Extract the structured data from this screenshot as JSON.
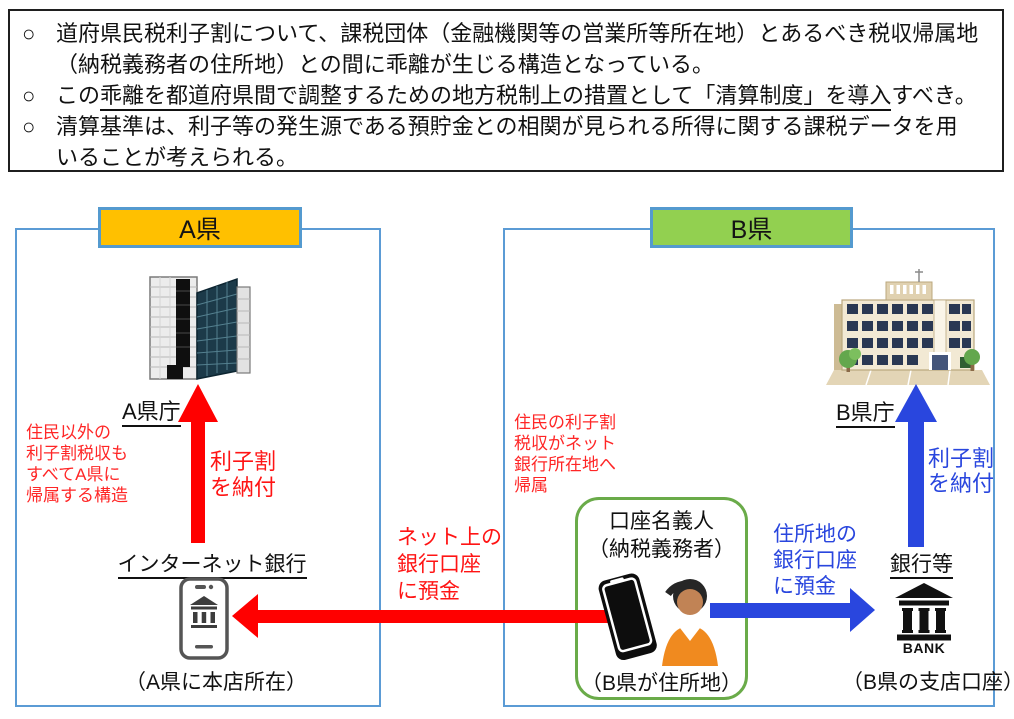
{
  "summary": {
    "bullets": [
      {
        "marker": "○",
        "lines": [
          "道府県民税利子割について、課税団体（金融機関等の営業所等所在地）とあるべき税収帰属地",
          "（納税義務者の住所地）との間に乖離が生じる構造となっている。"
        ]
      },
      {
        "marker": "○",
        "pre": "この",
        "underline": "乖離を都道府県間で調整するための地方税制上の措置として「清算制度」を導入",
        "post": "すべき。"
      },
      {
        "marker": "○",
        "lines": [
          "清算基準は、利子等の発生源である預貯金との相関が見られる所得に関する課税データを用",
          "いることが考えられる。"
        ]
      }
    ]
  },
  "prefA": {
    "header": "A県",
    "office_label": "A県庁",
    "note_lines": [
      "住民以外の",
      "利子割税収も",
      "すべてA県に",
      "帰属する構造"
    ],
    "pay_label_lines": [
      "利子割",
      "を納付"
    ],
    "bank_label": "インターネット銀行",
    "bank_caption": "（A県に本店所在）"
  },
  "prefB": {
    "header": "B県",
    "office_label": "B県庁",
    "note_lines": [
      "住民の利子割",
      "税収がネット",
      "銀行所在地へ",
      "帰属"
    ],
    "pay_label_lines": [
      "利子割",
      "を納付"
    ],
    "holder": {
      "line1": "口座名義人",
      "line2": "（納税義務者）",
      "caption": "（B県が住所地）"
    },
    "bank_label": "銀行等",
    "bank_caption": "（B県の支店口座）",
    "deposit_label_lines": [
      "住所地の",
      "銀行口座",
      "に預金"
    ]
  },
  "between": {
    "net_deposit_label_lines": [
      "ネット上の",
      "銀行口座",
      "に預金"
    ]
  },
  "icons": {
    "bank_icon_text": "BANK"
  },
  "colors": {
    "red_arrow": "#FF0000",
    "blue_arrow": "#2946DE",
    "prefA_header_bg": "#FFC000",
    "prefB_header_bg": "#92D050",
    "container_border": "#5B9BD5",
    "holder_box_border": "#6AAB49"
  }
}
